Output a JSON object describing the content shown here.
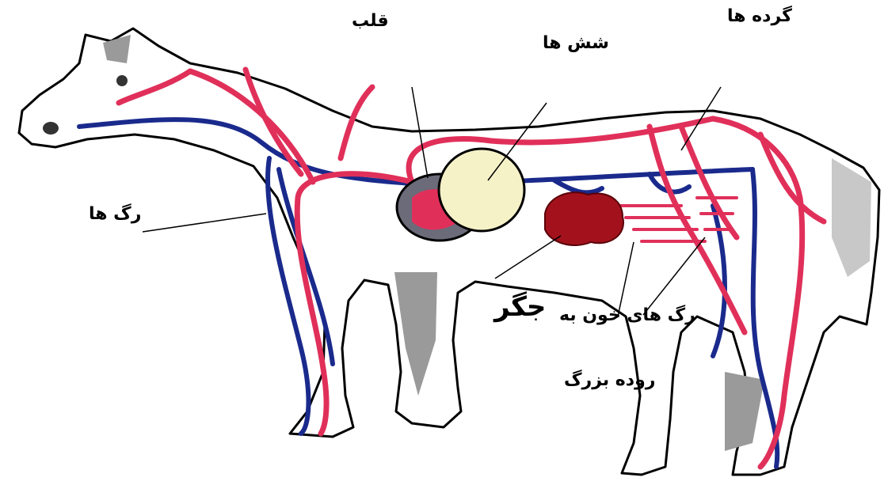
{
  "labels": {
    "heart": "قلب",
    "lungs": "شش ها",
    "kidneys": "گرده ها",
    "veins": "رگ ها",
    "liver": "جگر",
    "intestine_vessels": "رگ های خون به",
    "large_intestine": "روده بزرگ"
  },
  "colors": {
    "artery": "#e0305a",
    "vein": "#1a2a8c",
    "lungs": "#f6f2c8",
    "liver": "#a3121c",
    "heart": "#6b6b7a",
    "outline": "#000000",
    "shading": "#9a9a9a"
  }
}
